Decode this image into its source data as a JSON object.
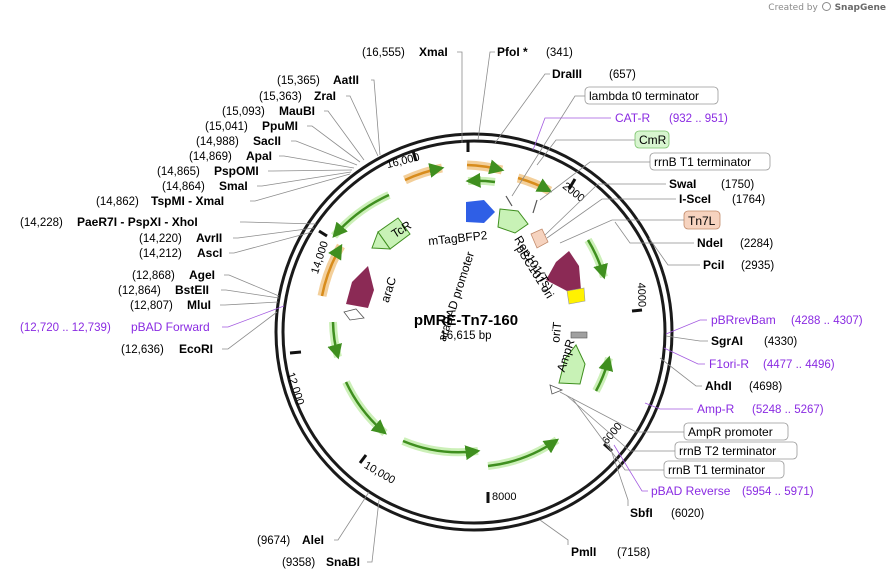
{
  "credit": {
    "prefix": "Created by",
    "brand": "SnapGene"
  },
  "plasmid": {
    "name": "pMRE-Tn7-160",
    "size": "16,615 bp"
  },
  "enzymes": [
    {
      "name": "XmaI",
      "pos": "(16,555)"
    },
    {
      "name": "PfoI *",
      "pos": "(341)"
    },
    {
      "name": "DraIII",
      "pos": "(657)"
    },
    {
      "name": "AatII",
      "pos": "(15,365)"
    },
    {
      "name": "ZraI",
      "pos": "(15,363)"
    },
    {
      "name": "MauBI",
      "pos": "(15,093)"
    },
    {
      "name": "PpuMI",
      "pos": "(15,041)"
    },
    {
      "name": "SacII",
      "pos": "(14,988)"
    },
    {
      "name": "ApaI",
      "pos": "(14,869)"
    },
    {
      "name": "PspOMI",
      "pos": "(14,865)"
    },
    {
      "name": "SmaI",
      "pos": "(14,864)"
    },
    {
      "name": "TspMI - XmaI",
      "pos": "(14,862)"
    },
    {
      "name": "PaeR7I - PspXI - XhoI",
      "pos": "(14,228)"
    },
    {
      "name": "AvrII",
      "pos": "(14,220)"
    },
    {
      "name": "AscI",
      "pos": "(14,212)"
    },
    {
      "name": "AgeI",
      "pos": "(12,868)"
    },
    {
      "name": "BstEII",
      "pos": "(12,864)"
    },
    {
      "name": "MluI",
      "pos": "(12,807)"
    },
    {
      "name": "EcoRI",
      "pos": "(12,636)"
    },
    {
      "name": "SwaI",
      "pos": "(1750)"
    },
    {
      "name": "I-SceI",
      "pos": "(1764)"
    },
    {
      "name": "NdeI",
      "pos": "(2284)"
    },
    {
      "name": "PciI",
      "pos": "(2935)"
    },
    {
      "name": "SgrAI",
      "pos": "(4330)"
    },
    {
      "name": "AhdI",
      "pos": "(4698)"
    },
    {
      "name": "SbfI",
      "pos": "(6020)"
    },
    {
      "name": "PmlI",
      "pos": "(7158)"
    },
    {
      "name": "AleI",
      "pos": "(9674)"
    },
    {
      "name": "SnaBI",
      "pos": "(9358)"
    }
  ],
  "primers": [
    {
      "name": "CAT-R",
      "pos": "(932 .. 951)"
    },
    {
      "name": "pBRrevBam",
      "pos": "(4288 .. 4307)"
    },
    {
      "name": "F1ori-R",
      "pos": "(4477 .. 4496)"
    },
    {
      "name": "Amp-R",
      "pos": "(5248 .. 5267)"
    },
    {
      "name": "pBAD Reverse",
      "pos": "(5954 .. 5971)"
    },
    {
      "name": "pBAD Forward",
      "pos": "(12,720 .. 12,739)"
    }
  ],
  "boxed_features": [
    "lambda t0 terminator",
    "CmR",
    "rrnB T1 terminator",
    "Tn7L",
    "AmpR promoter",
    "rrnB T2 terminator",
    "rrnB T1 terminator"
  ],
  "ticks": [
    "16,000",
    "2000",
    "4000",
    "6000",
    "8000",
    "10,000",
    "12,000",
    "14,000"
  ],
  "features": [
    "TcR",
    "mTagBFP2",
    "Rep101(Ts)",
    "pSC101 ori",
    "araC",
    "araBAD promoter",
    "oriT",
    "AmpR"
  ],
  "colors": {
    "primer": "#8a2be2",
    "orf": "#4caf2c",
    "araC": "#8b2a55",
    "mTagBFP2": "#2f5fe6",
    "tn7": "#f6d3bf",
    "ori": "#fff200",
    "orange_orf": "#e8a23c"
  }
}
